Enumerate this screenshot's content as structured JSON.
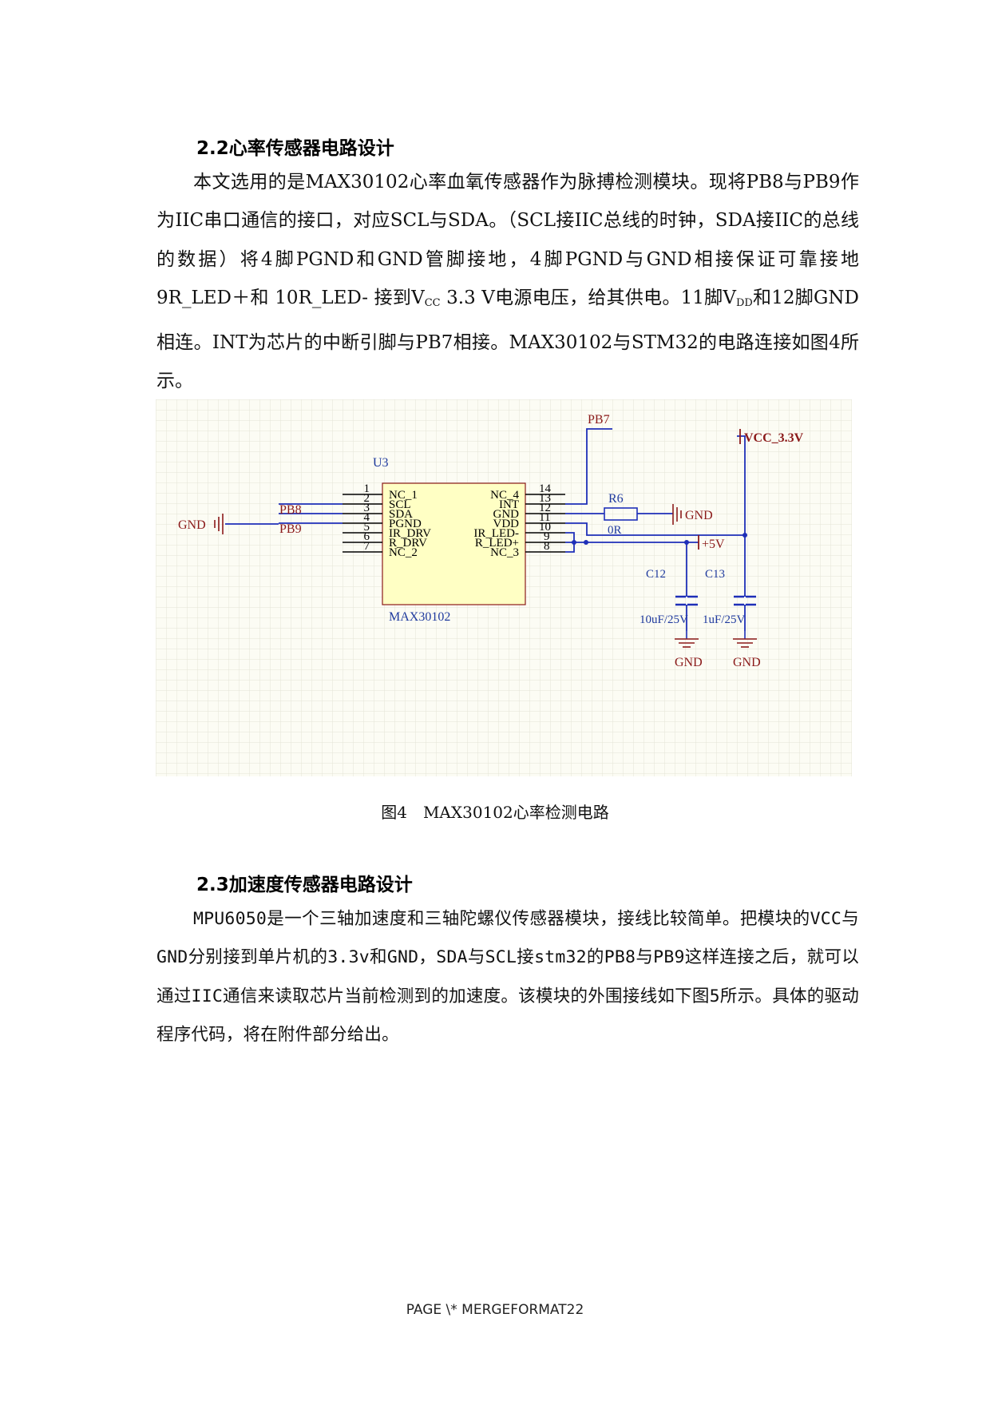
{
  "section_22": {
    "heading": "2.2心率传感器电路设计",
    "p_a": "本文选用的是MAX30102心率血氧传感器作为脉搏检测模块。现将PB8与PB9作为IIC串口通信的接口，对应SCL与SDA。（SCL接IIC总线的时钟，SDA接IIC的总线的数据）将4脚PGND和GND管脚接地，4脚PGND与GND相接保证可靠接地 9R_LED＋和 10R_LED- 接到V",
    "p_sub1": "CC",
    "p_b": " 3.3 V电源电压，给其供电。11脚V",
    "p_sub2": "DD",
    "p_c": "和12脚GND相连。INT为芯片的中断引脚与PB7相接。MAX30102与STM32的电路连接如图4所示。"
  },
  "figure4": {
    "caption": "图4　MAX30102心率检测电路",
    "chip_ref": "U3",
    "chip_name": "MAX30102",
    "left_pin_numbers": [
      "1",
      "2",
      "3",
      "4",
      "5",
      "6",
      "7"
    ],
    "left_pin_names": [
      "NC_1",
      "SCL",
      "SDA",
      "PGND",
      "IR_DRV",
      "R_DRV",
      "NC_2"
    ],
    "right_pin_numbers": [
      "14",
      "13",
      "12",
      "11",
      "10",
      "9",
      "8"
    ],
    "right_pin_names": [
      "NC_4",
      "INT",
      "GND",
      "VDD",
      "IR_LED-",
      "R_LED+",
      "NC_3"
    ],
    "net_pb8": "PB8",
    "net_pb9": "PB9",
    "net_pb7": "PB7",
    "net_gnd_left": "GND",
    "net_gnd_r6": "GND",
    "net_vcc": "VCC_3.3V",
    "net_5v": "+5V",
    "r6_ref": "R6",
    "r6_value": "0R",
    "c12_ref": "C12",
    "c12_value": "10uF/25V",
    "c13_ref": "C13",
    "c13_value": "1uF/25V",
    "gnd_c12": "GND",
    "gnd_c13": "GND"
  },
  "section_23": {
    "heading": "2.3加速度传感器电路设计",
    "paragraph": "MPU6050是一个三轴加速度和三轴陀螺仪传感器模块，接线比较简单。把模块的VCC与GND分别接到单片机的3.3v和GND，SDA与SCL接stm32的PB8与PB9这样连接之后，就可以通过IIC通信来读取芯片当前检测到的加速度。该模块的外围接线如下图5所示。具体的驱动程序代码，将在附件部分给出。"
  },
  "footer": {
    "text": "PAGE   \\* MERGEFORMAT22"
  }
}
